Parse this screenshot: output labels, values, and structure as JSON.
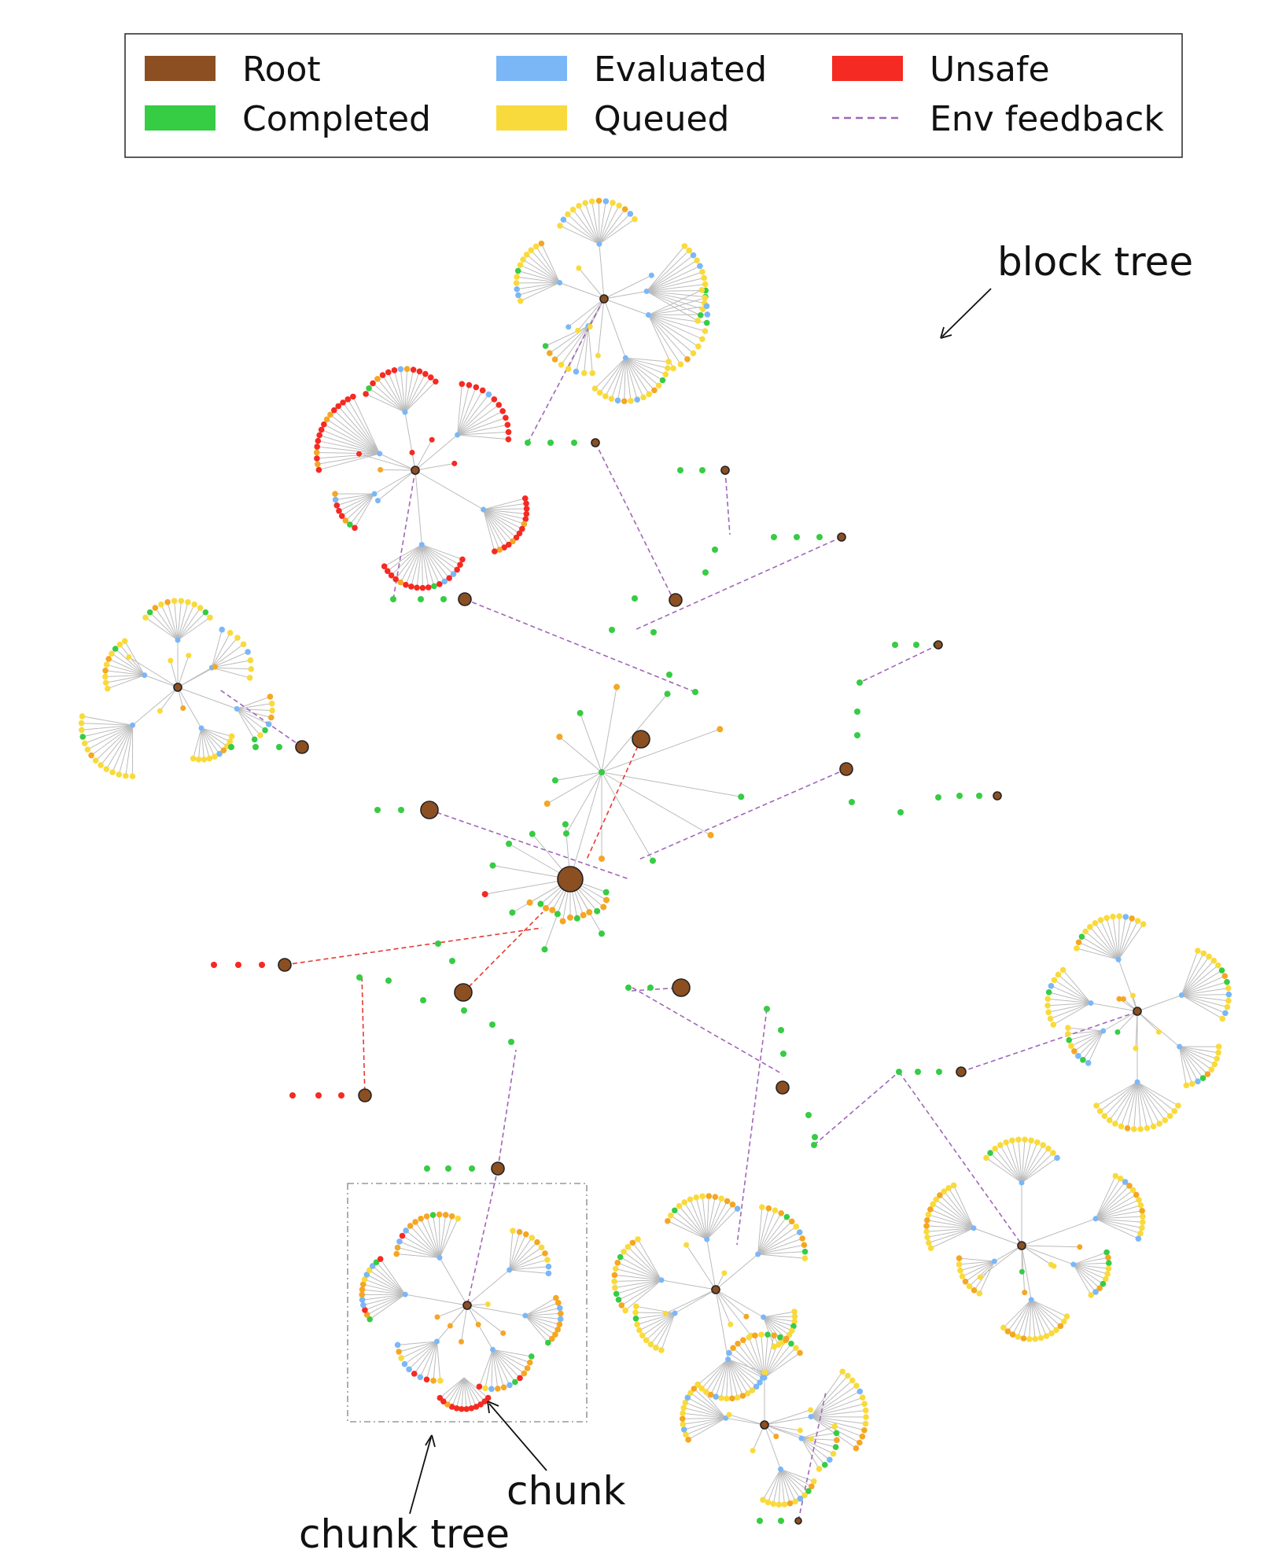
{
  "legend": {
    "items": [
      {
        "key": "root",
        "label": "Root",
        "color": "#8b4f22",
        "style": "swatch"
      },
      {
        "key": "evaluated",
        "label": "Evaluated",
        "color": "#7bb7f7",
        "style": "swatch"
      },
      {
        "key": "unsafe",
        "label": "Unsafe",
        "color": "#f52a22",
        "style": "swatch"
      },
      {
        "key": "completed",
        "label": "Completed",
        "color": "#36cc44",
        "style": "swatch"
      },
      {
        "key": "queued",
        "label": "Queued",
        "color": "#f9da3c",
        "style": "swatch"
      },
      {
        "key": "env_feedback",
        "label": "Env feedback",
        "color": "#a066b8",
        "style": "dashed"
      }
    ]
  },
  "annotations": {
    "block_tree": "block tree",
    "chunk": "chunk",
    "chunk_tree": "chunk tree"
  },
  "colors": {
    "root": "#8b4f22",
    "completed": "#36cc44",
    "evaluated": "#7bb7f7",
    "queued": "#f9da3c",
    "queued_alt": "#f5a623",
    "unsafe": "#f52a22",
    "env_feedback": "#a066b8",
    "unsafe_link": "#e63a32",
    "edge": "#bbbbbb"
  }
}
